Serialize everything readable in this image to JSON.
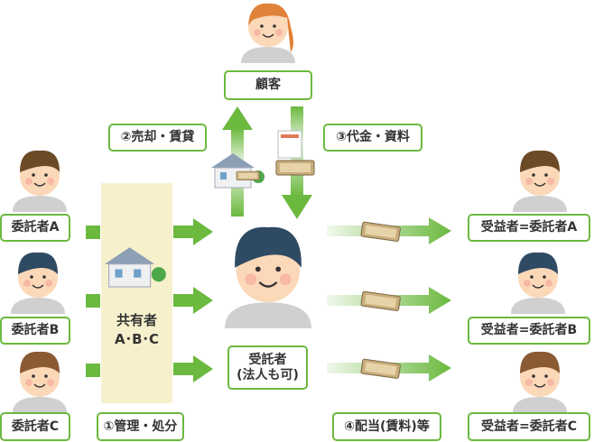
{
  "customer": {
    "label": "顧客"
  },
  "steps": {
    "sell_lease": "②売却・賃貸",
    "payment_docs": "③代金・資料",
    "manage_dispose": "①管理・処分",
    "dividend": "④配当(賃料)等"
  },
  "co_owners": {
    "line1": "共有者",
    "line2": "A･B･C"
  },
  "trustee": {
    "line1": "受託者",
    "line2": "(法人も可)"
  },
  "settlors": [
    {
      "label": "委託者A"
    },
    {
      "label": "委託者B"
    },
    {
      "label": "委託者C"
    }
  ],
  "beneficiaries": [
    {
      "label": "受益者=委託者A"
    },
    {
      "label": "受益者=委託者B"
    },
    {
      "label": "受益者=委託者C"
    }
  ],
  "colors": {
    "green": "#6bb93f",
    "beige": "#f6f1cc"
  }
}
